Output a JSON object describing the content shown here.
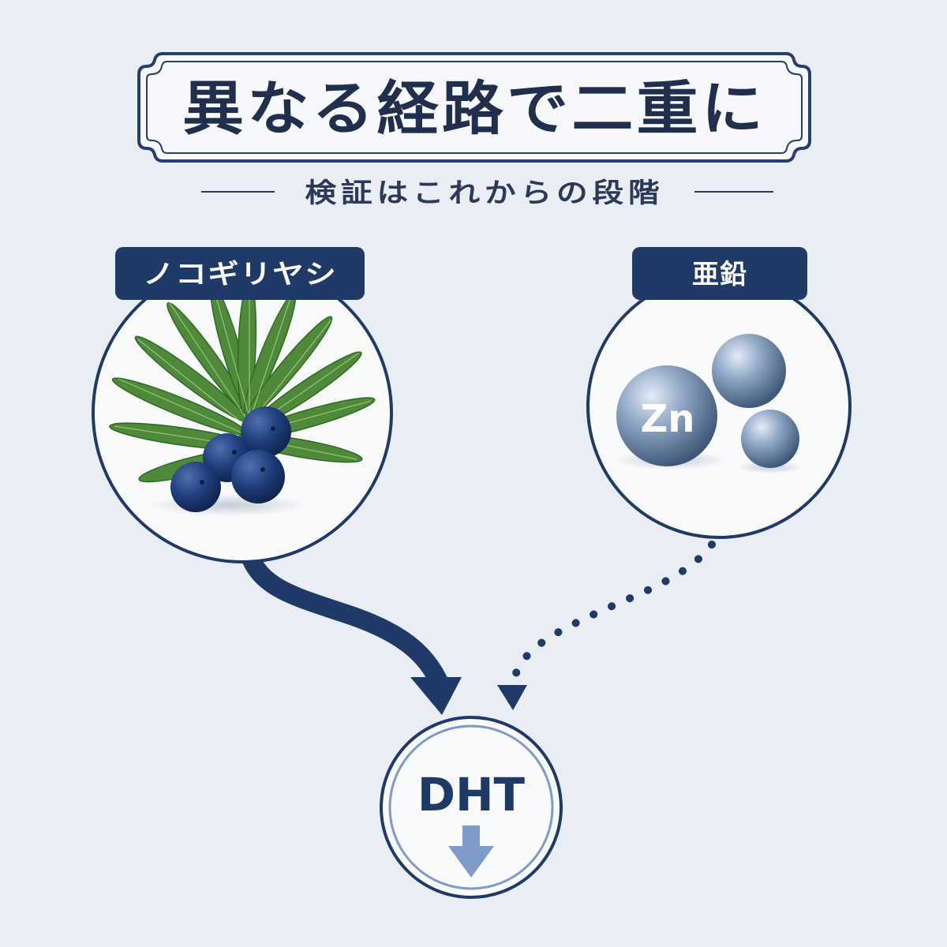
{
  "title": "異なる経路で二重に",
  "subtitle": "検証はこれからの段階",
  "left_node": {
    "label": "ノコギリヤシ",
    "icon": "saw-palmetto-berries-icon"
  },
  "right_node": {
    "label": "亜鉛",
    "icon": "zinc-spheres-icon",
    "sphere_text": "Zn"
  },
  "target_node": {
    "label": "DHT",
    "icon": "down-arrow-icon"
  },
  "links": [
    {
      "from": "ノコギリヤシ",
      "to": "DHT",
      "style": "solid"
    },
    {
      "from": "亜鉛",
      "to": "DHT",
      "style": "dotted"
    }
  ],
  "colors": {
    "background": "#e9eef5",
    "navy": "#1f3a66",
    "title_text": "#1f2f4d",
    "leaf_green": "#4f8a3a",
    "berry": "#1c3a73",
    "sphere": "#6d86a8",
    "arrow_light": "#7f9bc7"
  }
}
